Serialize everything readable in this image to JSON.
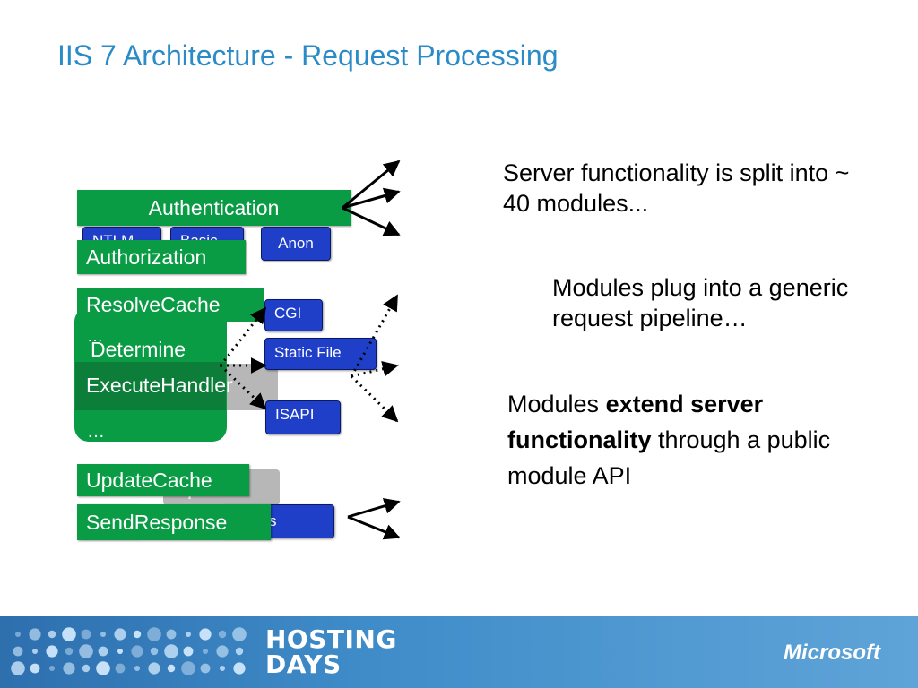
{
  "slide": {
    "title": "IIS 7 Architecture - Request Processing"
  },
  "pipeline": {
    "authentication": "Authentication",
    "authorization": "Authorization",
    "resolve_cache": "ResolveCache",
    "ellipsis_top": "…",
    "determine_handler": "Determine Handler",
    "execute_handler": "ExecuteHandler",
    "ellipsis_bottom": "…",
    "update_cache": "UpdateCache",
    "send_response": "SendResponse",
    "send_response_behind": "Send Response"
  },
  "modules": {
    "ntlm": "NTLM",
    "basic": "Basic",
    "anon": "Anon",
    "cgi": "CGI",
    "static_file": "Static File",
    "isapi": "ISAPI",
    "compress": "Compress"
  },
  "text": {
    "point1": "Server functionality is split into ~ 40 modules...",
    "point2": "Modules plug into a generic request pipeline…",
    "point3_a": "Modules ",
    "point3_b": "extend server functionality",
    "point3_c": " through a public module API"
  },
  "footer": {
    "brand_line1": "HOSTING",
    "brand_line2": "DAYS",
    "company": "Microsoft"
  },
  "colors": {
    "title": "#2a8bc7",
    "pipeline": "#0a9b45",
    "module": "#1f3fc8",
    "footer": "#3f8cc9"
  }
}
